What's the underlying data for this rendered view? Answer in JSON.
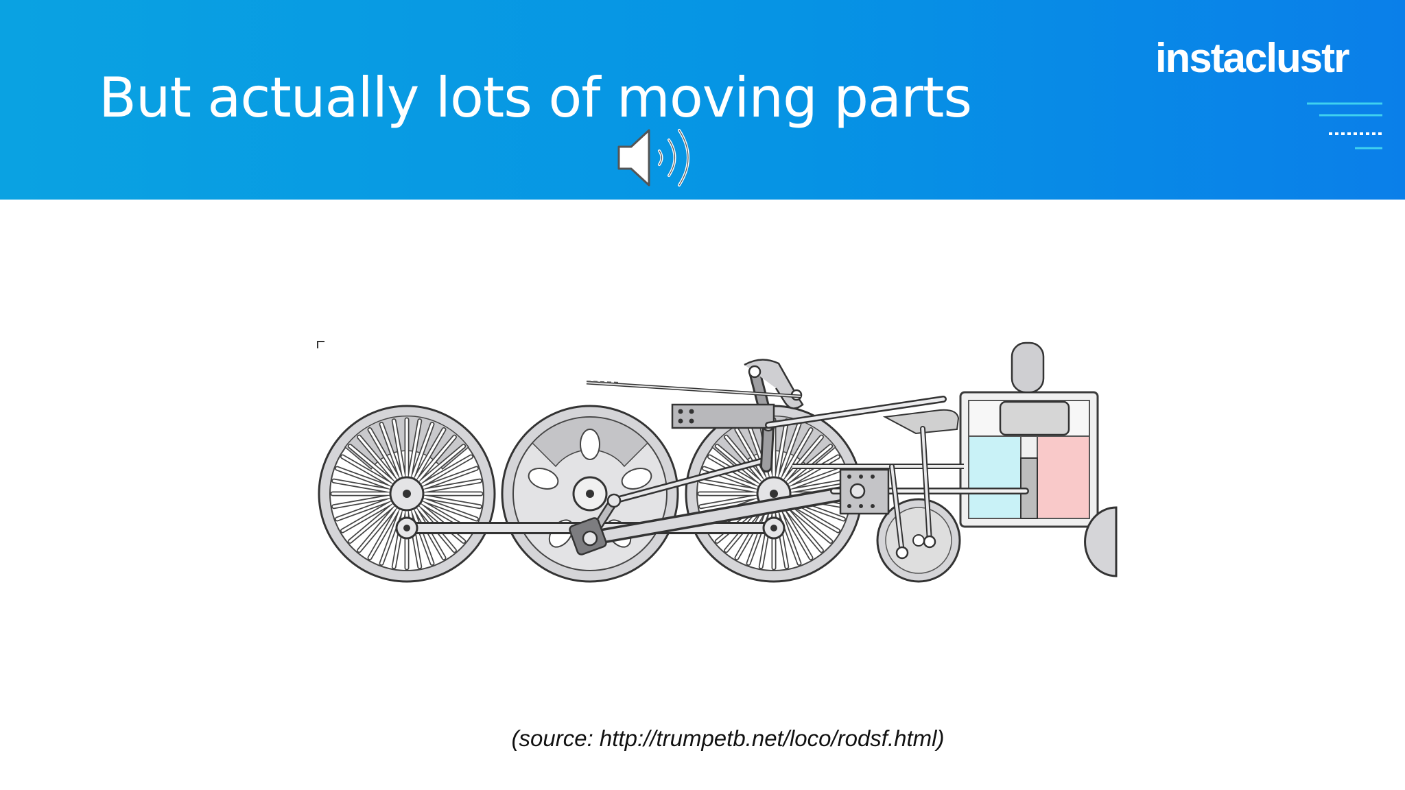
{
  "slide": {
    "title": "But actually lots of moving parts",
    "source_note": "(source: http://trumpetb.net/loco/rodsf.html)"
  },
  "brand": {
    "logo_text": "instaclustr",
    "header_color": "#0795e3",
    "accent_line_color": "#3fd1ef"
  },
  "media": {
    "audio_icon": "speaker-icon",
    "diagram_icon": "steam-locomotive-valve-gear-diagram"
  },
  "colors": {
    "steam_chest_blue": "#c9f2f7",
    "steam_chest_pink": "#f9c9c9",
    "metal_gray": "#d3d3d6",
    "outline": "#3a3a3a"
  }
}
